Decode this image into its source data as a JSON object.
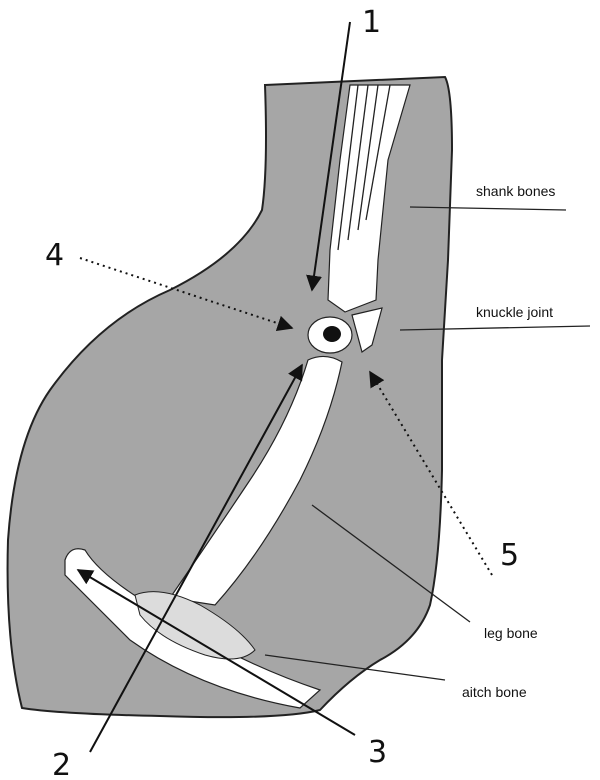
{
  "colors": {
    "meat": "#a6a6a6",
    "bone": "#ffffff",
    "outline": "#222222",
    "aitch_fill": "#dcdcdc"
  },
  "numbers": {
    "n1": "1",
    "n2": "2",
    "n3": "3",
    "n4": "4",
    "n5": "5"
  },
  "labels": {
    "shank_bones": "shank bones",
    "knuckle_joint": "knuckle joint",
    "leg_bone": "leg bone",
    "aitch_bone": "aitch bone"
  }
}
